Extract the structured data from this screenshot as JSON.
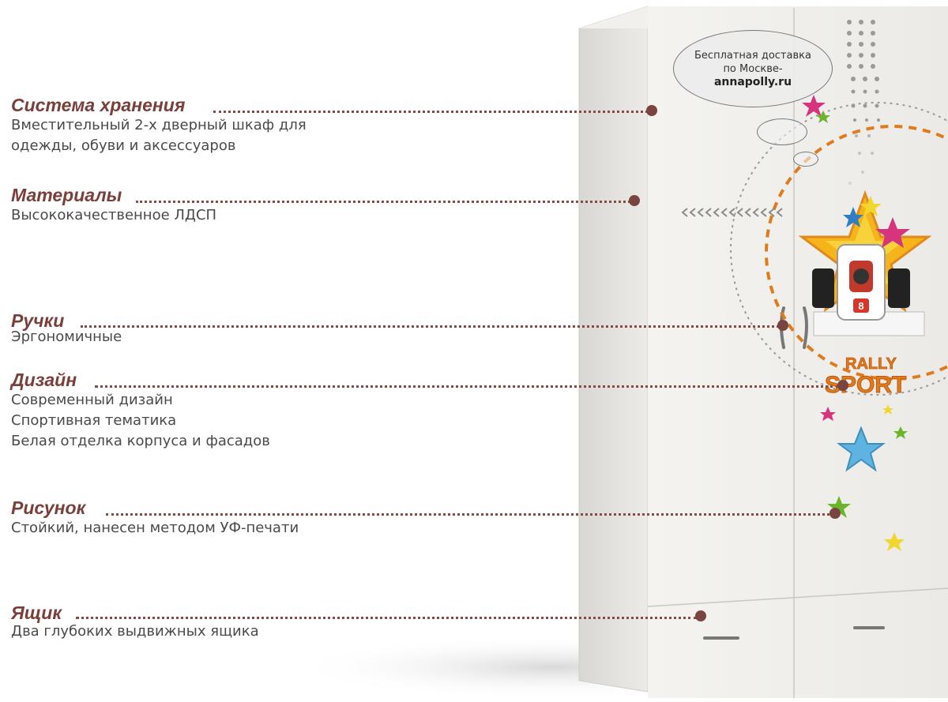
{
  "bubble": {
    "line1": "Бесплатная доставка",
    "line2": "по Москве-",
    "site": "annapolly.ru"
  },
  "features": [
    {
      "title": "Система хранения",
      "lines": [
        "Вместительный 2-х дверный шкаф для",
        "одежды, обуви и аксессуаров"
      ]
    },
    {
      "title": "Материалы",
      "lines": [
        "Высококачественное ЛДСП"
      ]
    },
    {
      "title": "Ручки",
      "lines": [
        "Эргономичные"
      ]
    },
    {
      "title": "Дизайн",
      "lines": [
        "Современный дизайн",
        "Спортивная тематика",
        "Белая отделка корпуса и фасадов"
      ]
    },
    {
      "title": "Рисунок",
      "lines": [
        "Стойкий, нанесен методом УФ-печати"
      ]
    },
    {
      "title": "Ящик",
      "lines": [
        "Два глубоких выдвижных ящика"
      ]
    }
  ],
  "graphic": {
    "logo_top": "RALLY",
    "logo_bottom": "SPORT",
    "car_number": "8"
  },
  "colors": {
    "title": "#7b3f3a",
    "text": "#4a4a4a",
    "dot": "#7a4440",
    "accent_orange": "#e07b1c"
  }
}
